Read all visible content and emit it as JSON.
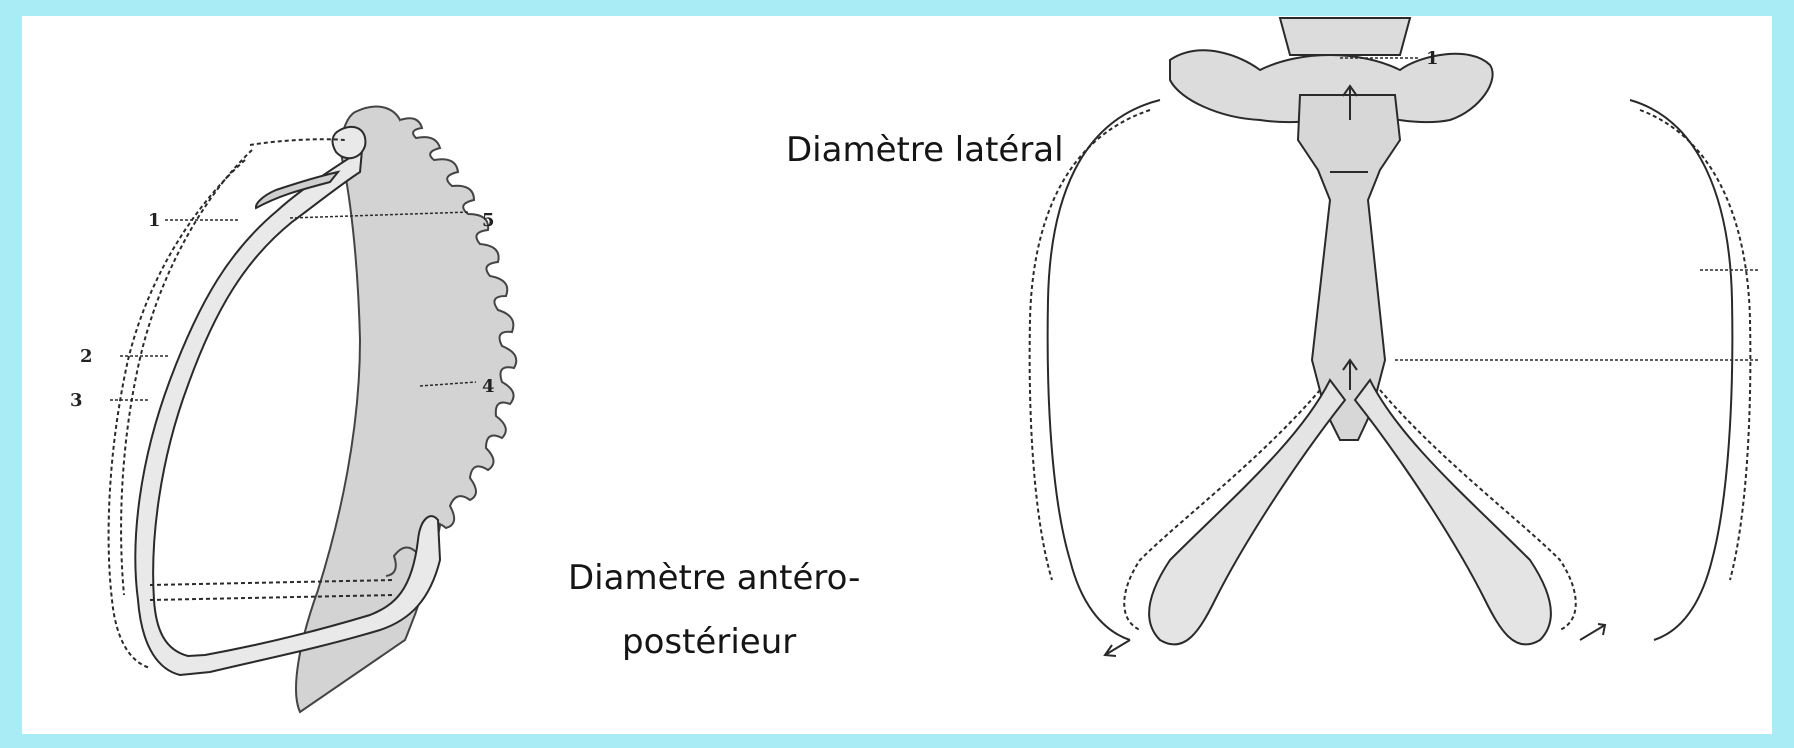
{
  "captions": {
    "lateral": "Diamètre latéral",
    "ap_line1": "Diamètre antéro-",
    "ap_line2": "postérieur"
  },
  "left_figure": {
    "labels": [
      "1",
      "2",
      "3",
      "4",
      "5"
    ]
  },
  "right_figure": {
    "labels": [
      "1"
    ]
  },
  "colors": {
    "background": "#a9ecf5",
    "panel": "#ffffff",
    "bone_shade": "#d3d3d3",
    "line": "#2a2a2a"
  }
}
